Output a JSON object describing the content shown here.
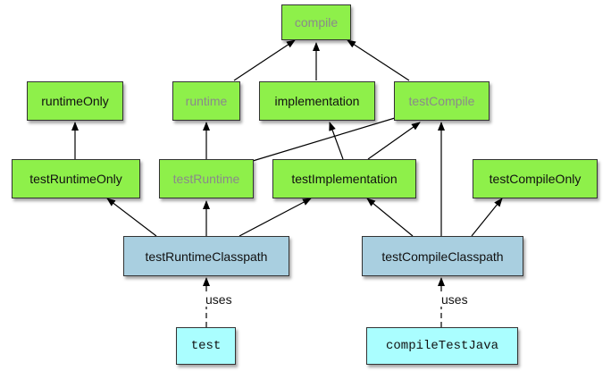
{
  "nodes": {
    "compile": "compile",
    "runtimeOnly": "runtimeOnly",
    "runtime": "runtime",
    "implementation": "implementation",
    "testCompile": "testCompile",
    "testRuntimeOnly": "testRuntimeOnly",
    "testRuntime": "testRuntime",
    "testImplementation": "testImplementation",
    "testCompileOnly": "testCompileOnly",
    "testRuntimeClasspath": "testRuntimeClasspath",
    "testCompileClasspath": "testCompileClasspath",
    "test": "test",
    "compileTestJava": "compileTestJava"
  },
  "edge_labels": {
    "uses_left": "uses",
    "uses_right": "uses"
  },
  "colors": {
    "configuration": "#8ef04a",
    "classpath": "#a9cfe0",
    "task": "#aafeff",
    "deprecated_text": "#8a8a8a"
  }
}
